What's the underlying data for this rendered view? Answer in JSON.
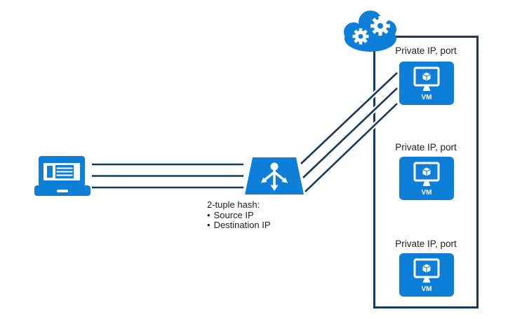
{
  "colors": {
    "azure-blue": "#0e7fd9",
    "line-navy": "#143a5e",
    "text-dark": "#1f1f1f",
    "canvas-bg": "#ffffff",
    "icon-white": "#ffffff"
  },
  "client": {
    "icon": "laptop-icon"
  },
  "load_balancer": {
    "icon": "load-balancer-icon",
    "caption_title": "2-tuple hash:",
    "bullet": "•",
    "items": [
      "Source IP",
      "Destination IP"
    ]
  },
  "cloud": {
    "icon": "cloud-gears-icon"
  },
  "vms": [
    {
      "label": "Private IP, port",
      "name": "VM"
    },
    {
      "label": "Private IP, port",
      "name": "VM"
    },
    {
      "label": "Private IP, port",
      "name": "VM"
    }
  ]
}
